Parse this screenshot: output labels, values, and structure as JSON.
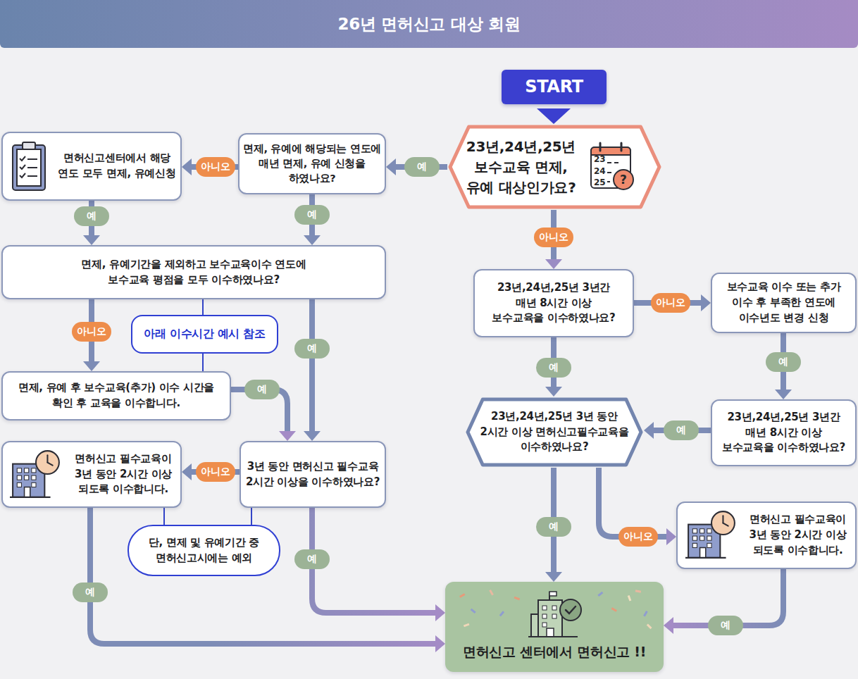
{
  "diagram": {
    "title": "26년 면허신고 대상 회원",
    "nodes": [
      {
        "text": [
          "START"
        ]
      },
      {
        "text": [
          "23년,24년,25년 보수교육 면제, 유예 대상인가요?"
        ]
      },
      {
        "text": [
          "면제, 유예에 해당되는 연도에 매년 면제, 유예 신청을 하였나요?"
        ]
      },
      {
        "text": [
          "면허신고센터에서 해당 연도 모두 면제, 유예신청"
        ]
      },
      {
        "text": [
          "면제, 유예기간을 제외하고 보수교육이수 연도에 보수교육 평점을 모두 이수하였나요?"
        ]
      },
      {
        "text": [
          "아래 이수시간 예시 참조"
        ]
      },
      {
        "text": [
          "면제, 유예 후 보수교육(추가) 이수 시간을 확인 후 교육을 이수합니다."
        ]
      },
      {
        "text": [
          "3년 동안 면허신고 필수교육 2시간 이상을 이수하였나요?"
        ]
      },
      {
        "text": [
          "면허신고 필수교육이 3년 동안 2시간 이상 되도록 이수합니다."
        ]
      },
      {
        "text": [
          "단, 면제 및 유예기간 중 면허신고시에는 예외"
        ]
      },
      {
        "text": [
          "23년,24년,25년 3년간 매년 8시간 이상 보수교육을 이수하였나요?"
        ]
      },
      {
        "text": [
          "보수교육 이수 또는 추가 이수 후 부족한 연도에 이수년도 변경 신청"
        ]
      },
      {
        "text": [
          "23년,24년,25년 3년간 매년 8시간 이상 보수교육을 이수하였나요?"
        ]
      },
      {
        "text": [
          "23년,24년,25년 3년 동안 2시간 이상 면허신고필수교육을 이수하였나요?"
        ]
      },
      {
        "text": [
          "면허신고 필수교육이 3년 동안 2시간 이상 되도록 이수합니다."
        ]
      },
      {
        "text": [
          "면허신고 센터에서 면허신고 !!"
        ]
      }
    ],
    "edges": [
      {
        "from": 0,
        "to": 1,
        "arrow": "to"
      },
      {
        "from": 1,
        "to": 2,
        "label": "예",
        "arrow": "to"
      },
      {
        "from": 1,
        "to": 10,
        "label": "아니오",
        "arrow": "to"
      },
      {
        "from": 2,
        "to": 3,
        "label": "아니오",
        "arrow": "to"
      },
      {
        "from": 2,
        "to": 4,
        "label": "예",
        "arrow": "to"
      },
      {
        "from": 3,
        "to": 4,
        "label": "예",
        "arrow": "to"
      },
      {
        "from": 4,
        "to": 5,
        "arrow": "none"
      },
      {
        "from": 5,
        "to": 6,
        "arrow": "none"
      },
      {
        "from": 4,
        "to": 6,
        "label": "아니오",
        "arrow": "to"
      },
      {
        "from": 4,
        "to": 7,
        "label": "예",
        "arrow": "to"
      },
      {
        "from": 6,
        "to": 7,
        "label": "예",
        "arrow": "to"
      },
      {
        "from": 7,
        "to": 8,
        "label": "아니오",
        "arrow": "to"
      },
      {
        "from": 7,
        "to": 9,
        "arrow": "none"
      },
      {
        "from": 8,
        "to": 9,
        "arrow": "none"
      },
      {
        "from": 7,
        "to": 15,
        "label": "예",
        "arrow": "to"
      },
      {
        "from": 8,
        "to": 15,
        "label": "예",
        "arrow": "to"
      },
      {
        "from": 10,
        "to": 11,
        "label": "아니오",
        "arrow": "to"
      },
      {
        "from": 10,
        "to": 13,
        "label": "예",
        "arrow": "to"
      },
      {
        "from": 11,
        "to": 12,
        "label": "예",
        "arrow": "to"
      },
      {
        "from": 12,
        "to": 13,
        "label": "예",
        "arrow": "to"
      },
      {
        "from": 13,
        "to": 14,
        "label": "아니오",
        "arrow": "to"
      },
      {
        "from": 13,
        "to": 15,
        "label": "예",
        "arrow": "to"
      },
      {
        "from": 14,
        "to": 15,
        "label": "예",
        "arrow": "to"
      }
    ],
    "labels": [
      "23",
      "24",
      "25",
      "?"
    ]
  }
}
